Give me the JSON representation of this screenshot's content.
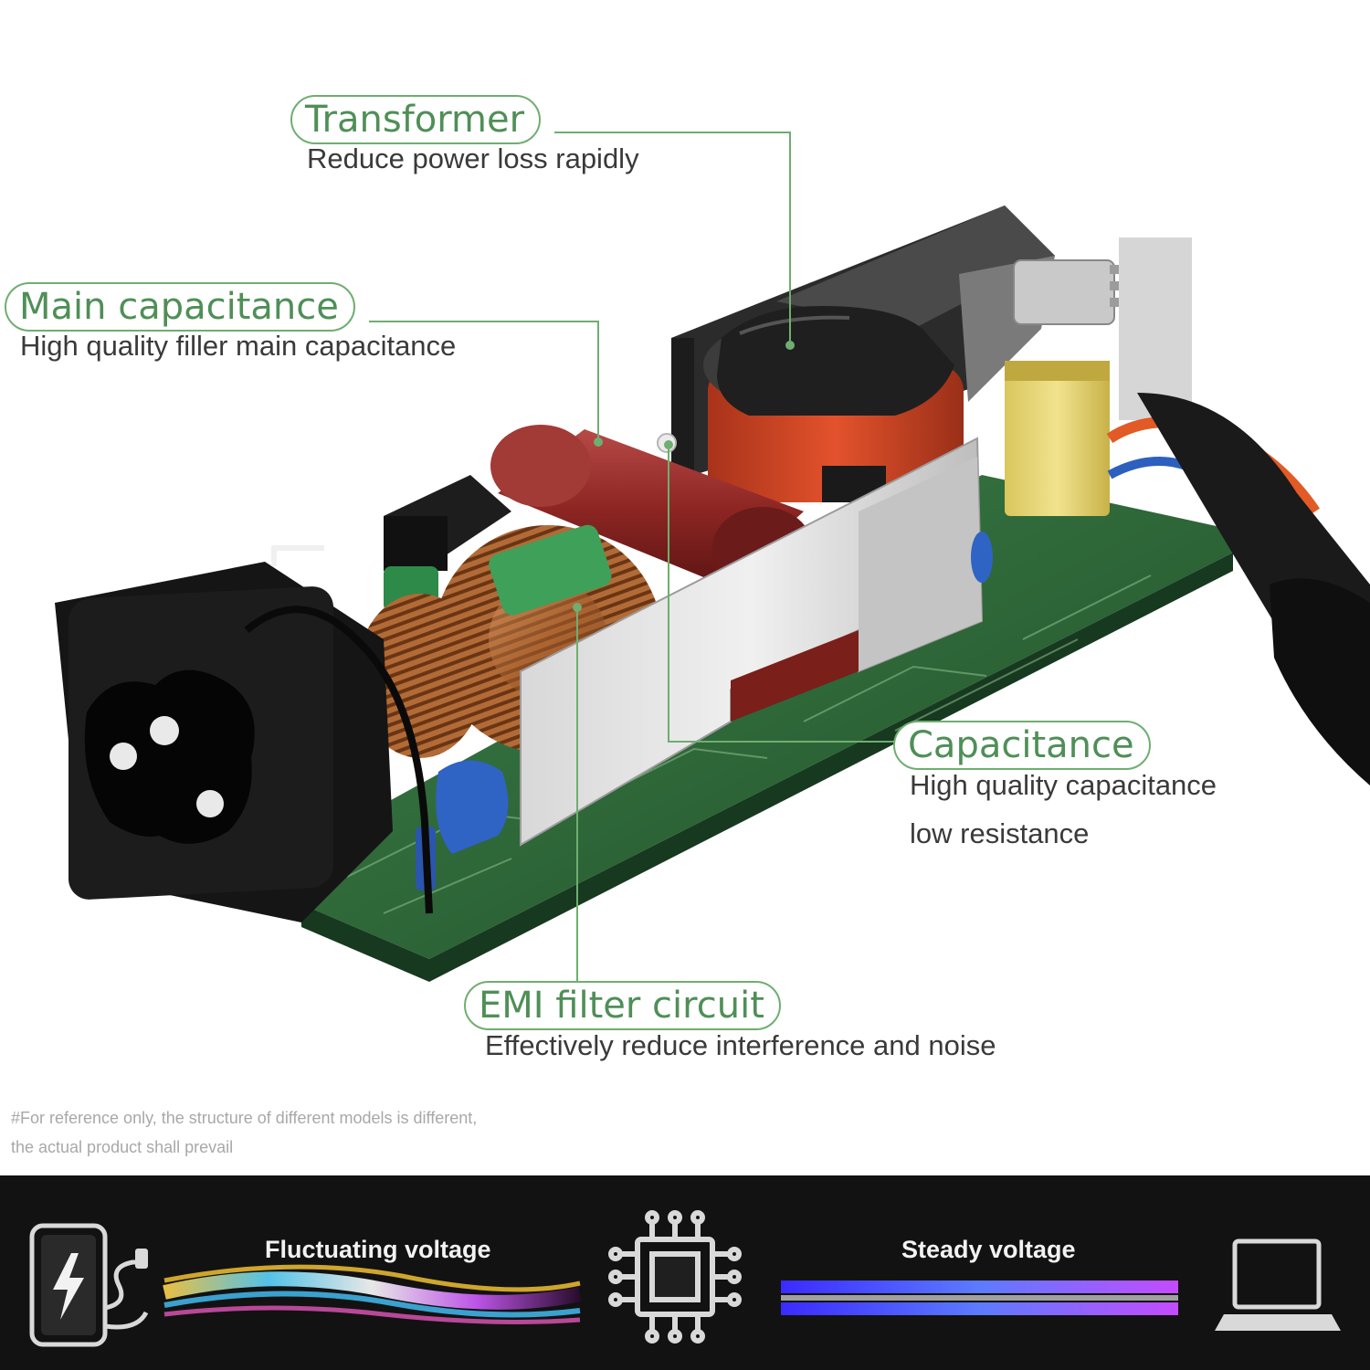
{
  "callouts": {
    "transformer": {
      "title": "Transformer",
      "desc": "Reduce power loss rapidly"
    },
    "main_capacitance": {
      "title": "Main capacitance",
      "desc": "High quality filler main capacitance"
    },
    "capacitance": {
      "title": "Capacitance",
      "desc_line1": "High quality capacitance",
      "desc_line2": "low resistance"
    },
    "emi_filter": {
      "title": "EMI filter circuit",
      "desc": "Effectively reduce interference and noise"
    }
  },
  "disclaimer": {
    "line1": "#For reference only, the structure of different models is different,",
    "line2": "the actual product shall prevail"
  },
  "bottom_band": {
    "fluctuating_label": "Fluctuating voltage",
    "steady_label": "Steady voltage",
    "icons": [
      "power-bank-icon",
      "chip-icon",
      "laptop-icon"
    ]
  },
  "colors": {
    "callout_green": "#6fae70",
    "band_background": "#121212",
    "pcb_green": "#2f6b3a"
  }
}
